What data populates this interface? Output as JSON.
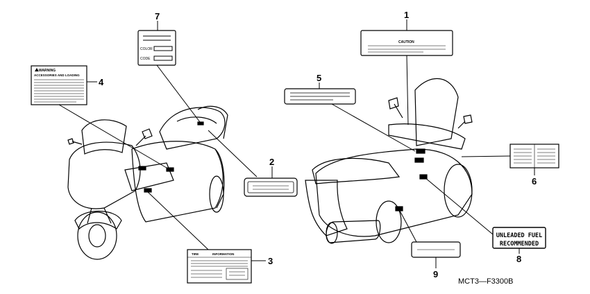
{
  "diagram": {
    "callouts": [
      {
        "id": "c1",
        "number": "1"
      },
      {
        "id": "c2",
        "number": "2"
      },
      {
        "id": "c3",
        "number": "3"
      },
      {
        "id": "c4",
        "number": "4"
      },
      {
        "id": "c5",
        "number": "5"
      },
      {
        "id": "c6",
        "number": "6"
      },
      {
        "id": "c7",
        "number": "7"
      },
      {
        "id": "c8",
        "number": "8"
      },
      {
        "id": "c9",
        "number": "9"
      }
    ],
    "labels": {
      "caution": "CAUTION",
      "warning_title": "WARNING",
      "warning_subtitle": "ACCESSORIES AND LOADING",
      "color": "COLOR",
      "code": "CODE",
      "tire": "TIRE",
      "information": "INFORMATION",
      "fuel_line1": "UNLEADED FUEL",
      "fuel_line2": "RECOMMENDED"
    },
    "part_code": "MCT3—F3300B"
  }
}
